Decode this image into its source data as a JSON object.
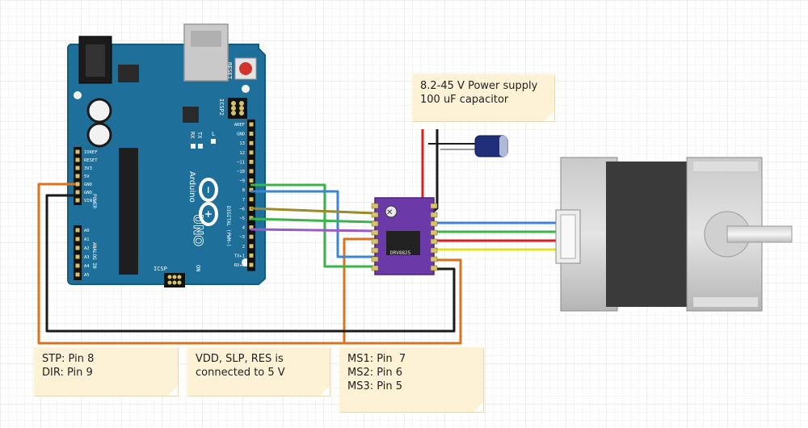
{
  "notes": {
    "power": {
      "line1": "8.2-45 V Power supply",
      "line2": "100 uF capacitor"
    },
    "step_dir": {
      "line1": "STP: Pin 8",
      "line2": "DIR: Pin 9"
    },
    "vdd": {
      "line1": "VDD, SLP, RES is",
      "line2": "connected to 5 V"
    },
    "microstep": {
      "line1": "MS1: Pin  7",
      "line2": "MS2: Pin 6",
      "line3": "MS3: Pin 5"
    }
  },
  "arduino": {
    "reset_label": "RESET",
    "icsp2_label": "ICSP2",
    "icsp_label": "ICSP",
    "brand": "Arduino",
    "model": "UNO",
    "tx_label": "TX",
    "rx_label": "RX",
    "l_label": "L",
    "on_label": "ON",
    "digital_label": "DIGITAL (PWM~)",
    "power_label": "POWER",
    "analog_label": "ANALOG IN",
    "power_pins": [
      "IOREF",
      "RESET",
      "3V3",
      "5V",
      "GND",
      "GND",
      "VIN"
    ],
    "analog_pins": [
      "A0",
      "A1",
      "A2",
      "A3",
      "A4",
      "A5"
    ],
    "digital_pins": [
      "AREF",
      "GND",
      "13",
      "12",
      "~11",
      "~10",
      "~9",
      "8",
      "7",
      "~6",
      "~5",
      "4",
      "~3",
      "2",
      "TX▸1",
      "RX◂0"
    ]
  },
  "driver": {
    "chip_label": "DRV8825"
  },
  "colors": {
    "board": "#1f6f9b",
    "board_dark": "#175a80",
    "driver": "#6b3aa8",
    "note_bg": "#fdf1d6",
    "wire_orange": "#d9741c",
    "wire_black": "#1a1a1a",
    "wire_green": "#3ab54a",
    "wire_blue": "#3a86d0",
    "wire_olive": "#9a8a2a",
    "wire_purple": "#9b59c8",
    "wire_red": "#d62020",
    "wire_yellow": "#e8e020",
    "motor_gray": "#bdbdbd"
  }
}
